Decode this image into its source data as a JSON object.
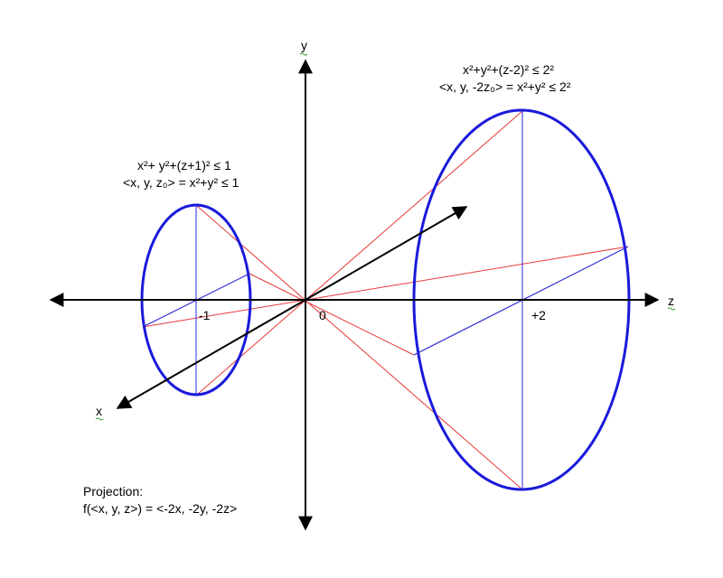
{
  "axes": {
    "y_label": "y",
    "z_label": "z",
    "x_label": "x"
  },
  "ticks": {
    "neg_one": "-1",
    "zero": "0",
    "pos_two": "+2"
  },
  "small_ball": {
    "eq_line1": "x²+ y²+(z+1)² ≤ 1",
    "eq_line2": "<x, y, z₀> = x²+y² ≤ 1"
  },
  "large_ball": {
    "eq_line1": "x²+y²+(z-2)² ≤ 2²",
    "eq_line2": "<x, y, -2z₀> = x²+y² ≤ 2²"
  },
  "projection": {
    "title": "Projection:",
    "formula": "f(<x, y, z>) = <-2x, -2y, -2z>"
  },
  "colors": {
    "axis": "#000000",
    "ellipse": "#1a1adb",
    "section": "#2b2bd6",
    "ray": "#e83a3a"
  }
}
